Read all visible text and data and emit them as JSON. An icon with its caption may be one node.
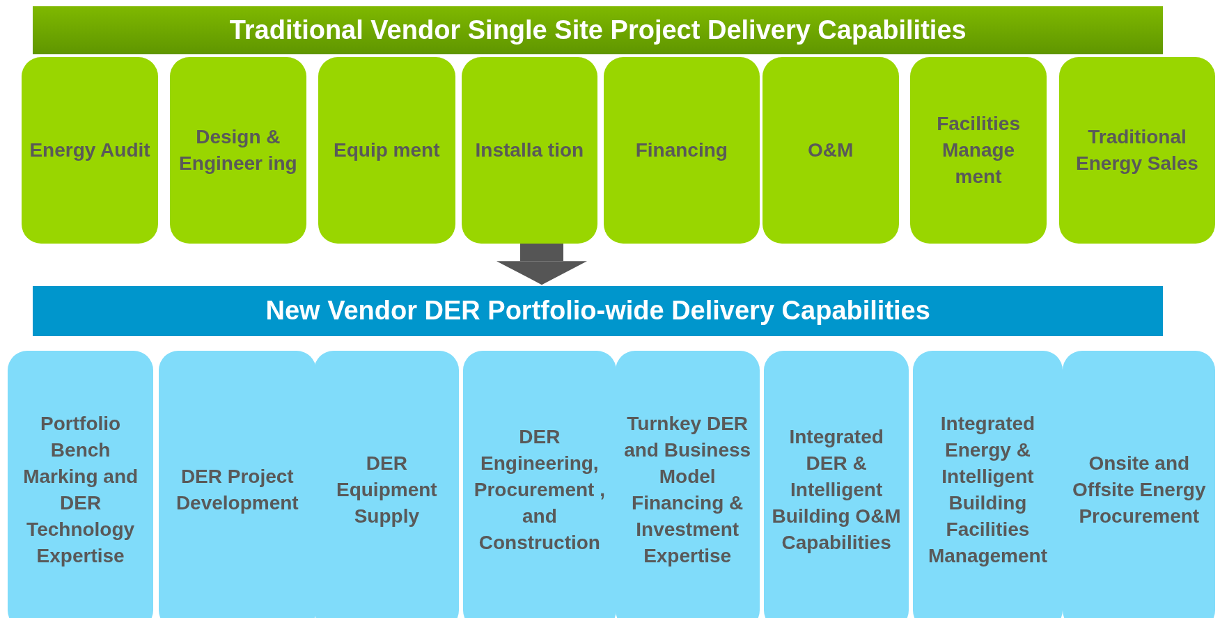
{
  "diagram": {
    "nodes": [
      {
        "text": [
          "Traditional Vendor Single Site Project Delivery Capabilities"
        ]
      },
      {
        "text": [
          "Energy Audit"
        ]
      },
      {
        "text": [
          "Design & Engineer ing"
        ]
      },
      {
        "text": [
          "Equip ment"
        ]
      },
      {
        "text": [
          "Installa tion"
        ]
      },
      {
        "text": [
          "Financing"
        ]
      },
      {
        "text": [
          "O&M"
        ]
      },
      {
        "text": [
          "Facilities Manage ment"
        ]
      },
      {
        "text": [
          "Traditional Energy Sales"
        ]
      },
      {
        "text": [
          "New Vendor DER Portfolio-wide Delivery Capabilities"
        ]
      },
      {
        "text": [
          "Portfolio Bench Marking and DER Technology Expertise"
        ]
      },
      {
        "text": [
          "DER Project Development"
        ]
      },
      {
        "text": [
          "DER Equipment Supply"
        ]
      },
      {
        "text": [
          "DER Engineering, Procurement , and Construction"
        ]
      },
      {
        "text": [
          "Turnkey DER and Business Model Financing & Investment Expertise"
        ]
      },
      {
        "text": [
          "Integrated DER & Intelligent Building O&M Capabilities"
        ]
      },
      {
        "text": [
          "Integrated Energy & Intelligent Building Facilities Management"
        ]
      },
      {
        "text": [
          "Onsite and Offsite Energy Procurement"
        ]
      }
    ],
    "edges": [
      {
        "from": 4,
        "to": 9,
        "arrow": "to"
      }
    ]
  }
}
